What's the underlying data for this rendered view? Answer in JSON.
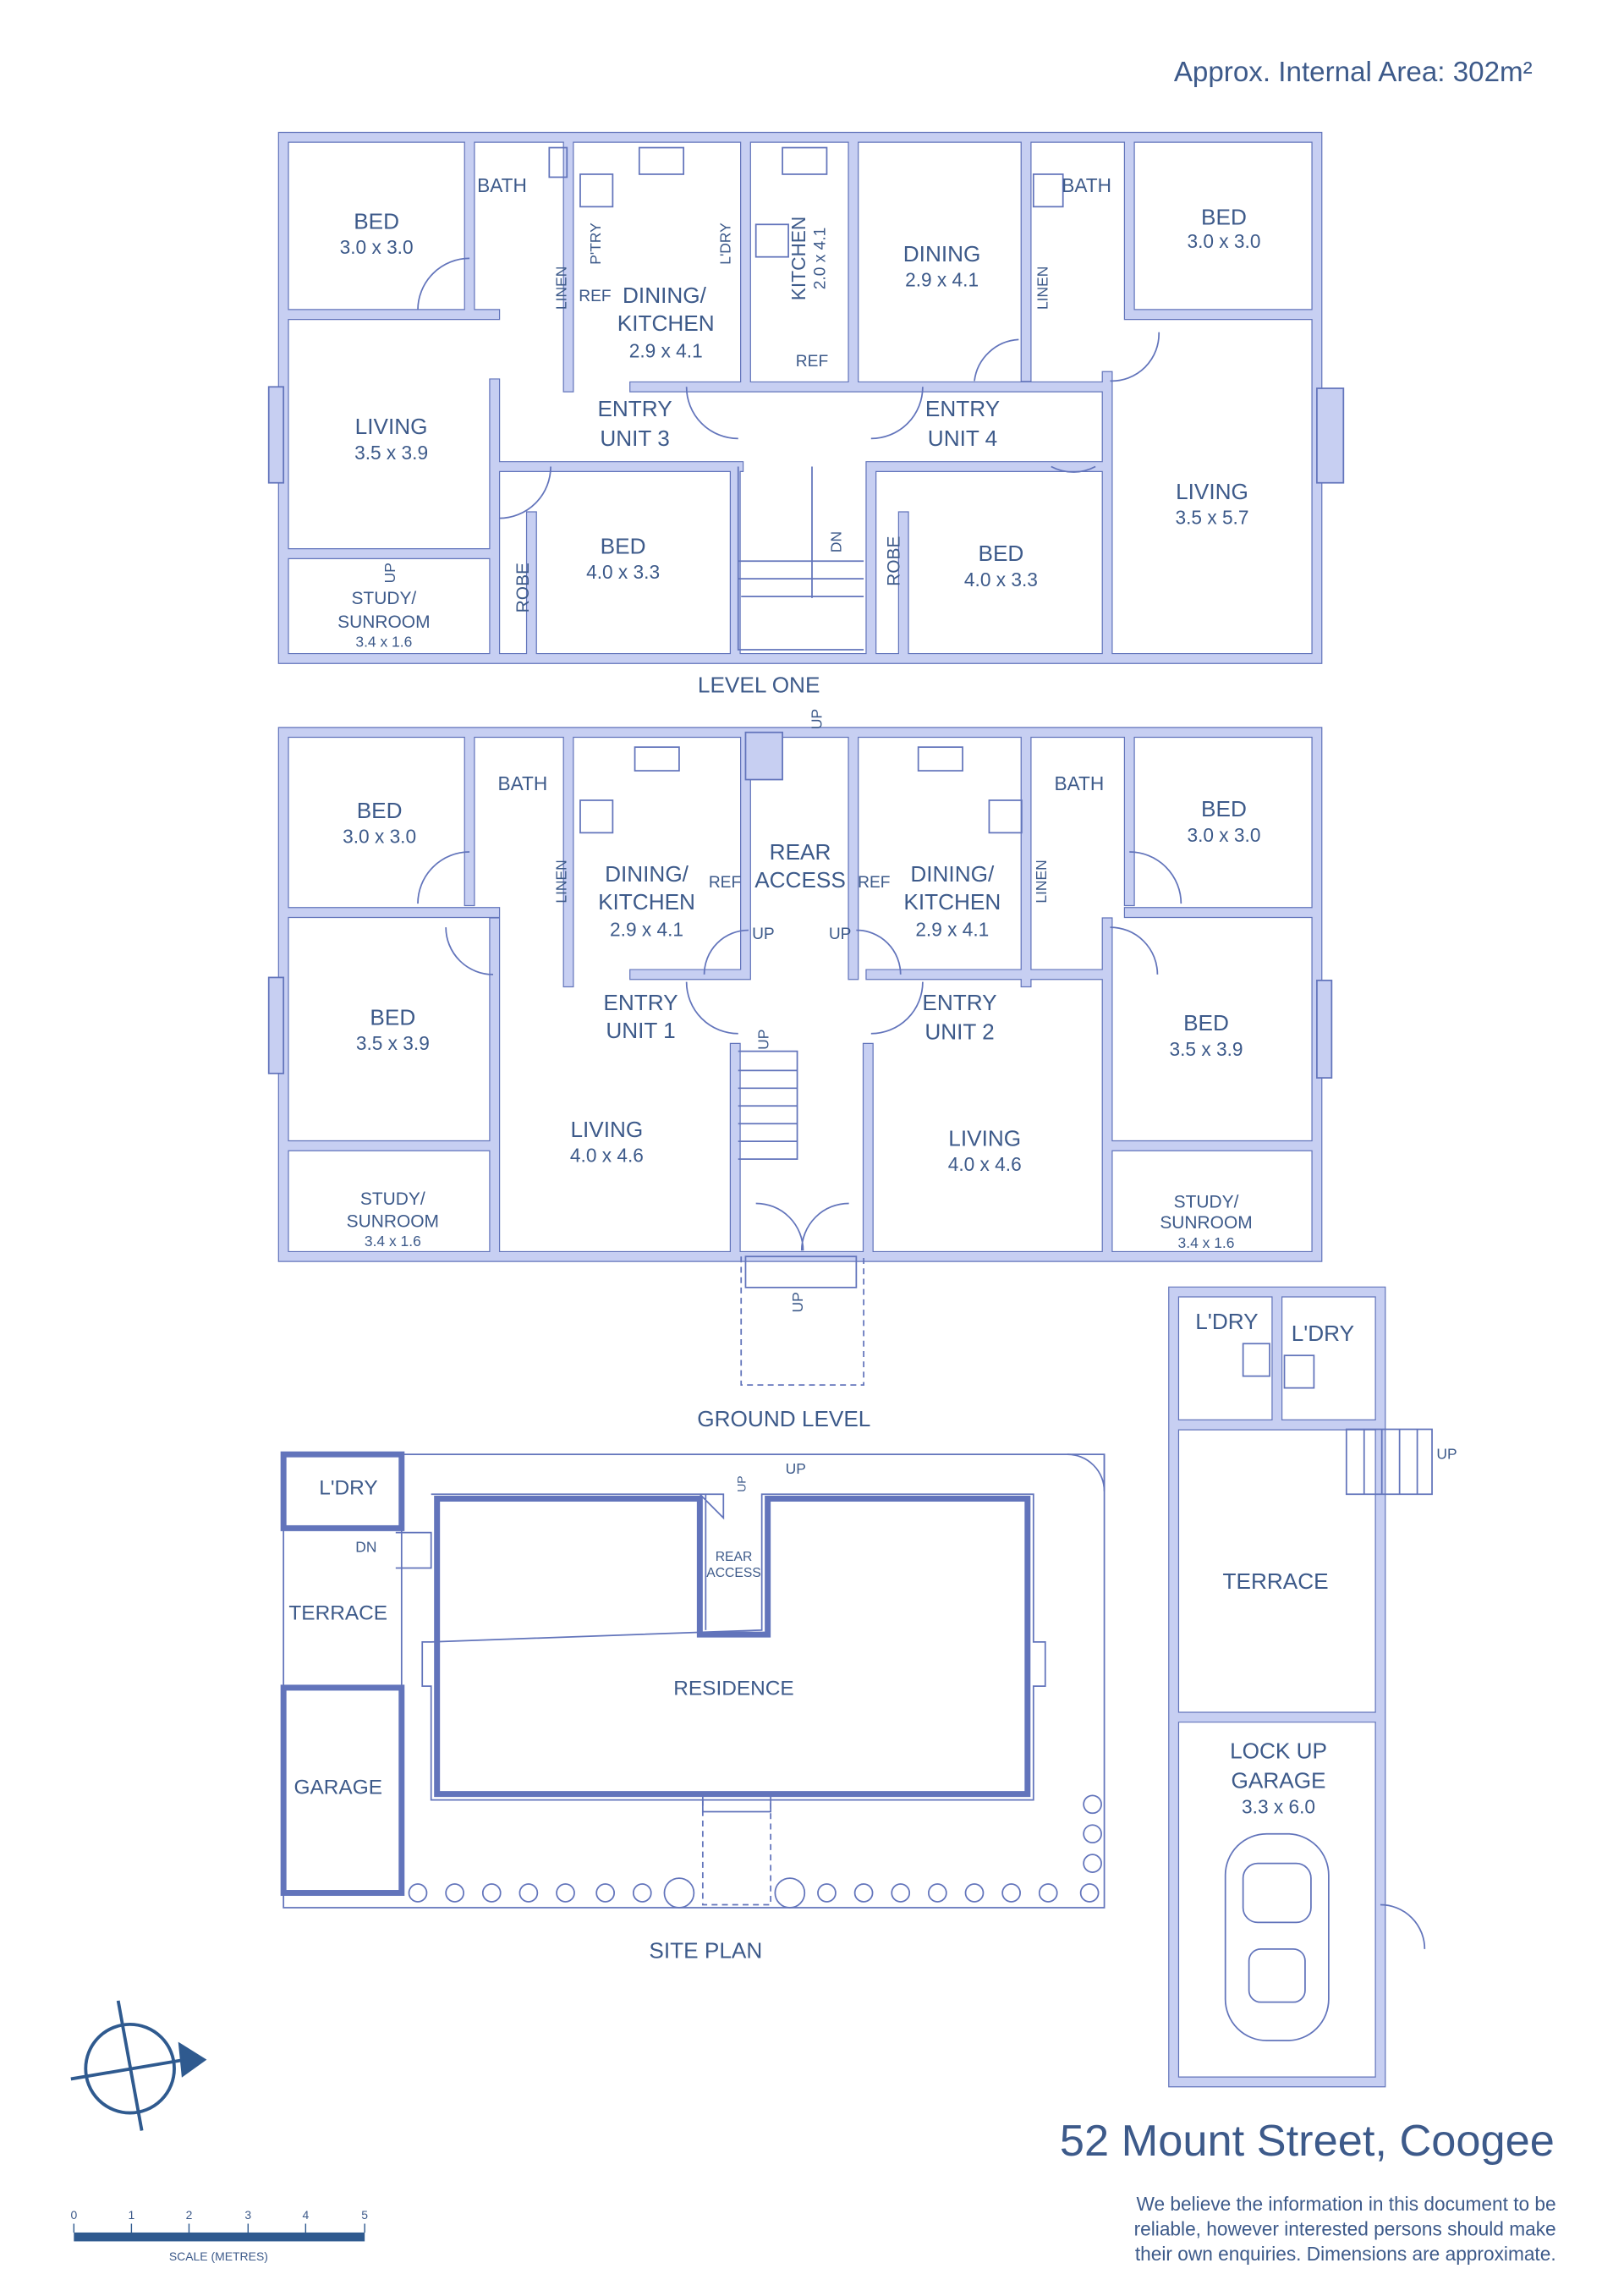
{
  "header": {
    "area": "Approx. Internal Area: 302m²"
  },
  "colors": {
    "text": "#3d5a8a",
    "wall_fill": "#c7cff2",
    "wall_line": "#6274bb",
    "accent": "#2f5a8f"
  },
  "level_one": {
    "title": "LEVEL ONE",
    "bed_a": [
      "BED",
      "3.0 x 3.0"
    ],
    "bath_a": "BATH",
    "pantry": "P'TRY",
    "laundry": "L'DRY",
    "ref_a": "REF",
    "dining_kitchen": [
      "DINING/",
      "KITCHEN",
      "2.9 x 4.1"
    ],
    "kitchen": [
      "KITCHEN",
      "2.0 x 4.1"
    ],
    "ref_b": "REF",
    "dining": [
      "DINING",
      "2.9 x 4.1"
    ],
    "bath_b": "BATH",
    "bed_b": [
      "BED",
      "3.0 x 3.0"
    ],
    "linen_a": "LINEN",
    "linen_b": "LINEN",
    "living_a": [
      "LIVING",
      "3.5 x 3.9"
    ],
    "entry_3": [
      "ENTRY",
      "UNIT 3"
    ],
    "entry_4": [
      "ENTRY",
      "UNIT 4"
    ],
    "living_b": [
      "LIVING",
      "3.5 x 5.7"
    ],
    "bed_c": [
      "BED",
      "4.0 x 3.3"
    ],
    "bed_d": [
      "BED",
      "4.0 x 3.3"
    ],
    "robe_a": "ROBE",
    "robe_b": "ROBE",
    "study": [
      "STUDY/",
      "SUNROOM",
      "3.4 x 1.6"
    ],
    "up": "UP",
    "dn": "DN"
  },
  "ground_level": {
    "title": "GROUND LEVEL",
    "bed_a": [
      "BED",
      "3.0 x 3.0"
    ],
    "bath_a": "BATH",
    "dk_a": [
      "DINING/",
      "KITCHEN",
      "2.9 x 4.1"
    ],
    "ref_a": "REF",
    "rear_access": [
      "REAR",
      "ACCESS"
    ],
    "up_a": "UP",
    "up_b": "UP",
    "ref_b": "REF",
    "dk_b": [
      "DINING/",
      "KITCHEN",
      "2.9 x 4.1"
    ],
    "bath_b": "BATH",
    "bed_b": [
      "BED",
      "3.0 x 3.0"
    ],
    "linen_a": "LINEN",
    "linen_b": "LINEN",
    "bed_c": [
      "BED",
      "3.5 x 3.9"
    ],
    "entry_1": [
      "ENTRY",
      "UNIT 1"
    ],
    "entry_2": [
      "ENTRY",
      "UNIT 2"
    ],
    "bed_d": [
      "BED",
      "3.5 x 3.9"
    ],
    "living_a": [
      "LIVING",
      "4.0 x 4.6"
    ],
    "living_b": [
      "LIVING",
      "4.0 x 4.6"
    ],
    "study_a": [
      "STUDY/",
      "SUNROOM",
      "3.4 x 1.6"
    ],
    "study_b": [
      "STUDY/",
      "SUNROOM",
      "3.4 x 1.6"
    ],
    "up_stair": "UP",
    "up_porch": "UP",
    "up_top": "UP"
  },
  "site_plan": {
    "title": "SITE PLAN",
    "laundry": "L'DRY",
    "dn": "DN",
    "terrace": "TERRACE",
    "garage": "GARAGE",
    "rear_access": [
      "REAR",
      "ACCESS"
    ],
    "residence": "RESIDENCE",
    "up": "UP",
    "up_small": "UP"
  },
  "outbuilding": {
    "laundry_a": "L'DRY",
    "laundry_b": "L'DRY",
    "up": "UP",
    "terrace": "TERRACE",
    "garage": [
      "LOCK UP",
      "GARAGE",
      "3.3 x 6.0"
    ]
  },
  "scale": {
    "ticks": [
      "0",
      "1",
      "2",
      "3",
      "4",
      "5"
    ],
    "label": "SCALE (METRES)"
  },
  "footer": {
    "address": "52 Mount Street, Coogee",
    "disclaimer": [
      "We believe the information in this document to be",
      "reliable, however interested persons should make",
      "their own enquiries. Dimensions are approximate."
    ]
  }
}
